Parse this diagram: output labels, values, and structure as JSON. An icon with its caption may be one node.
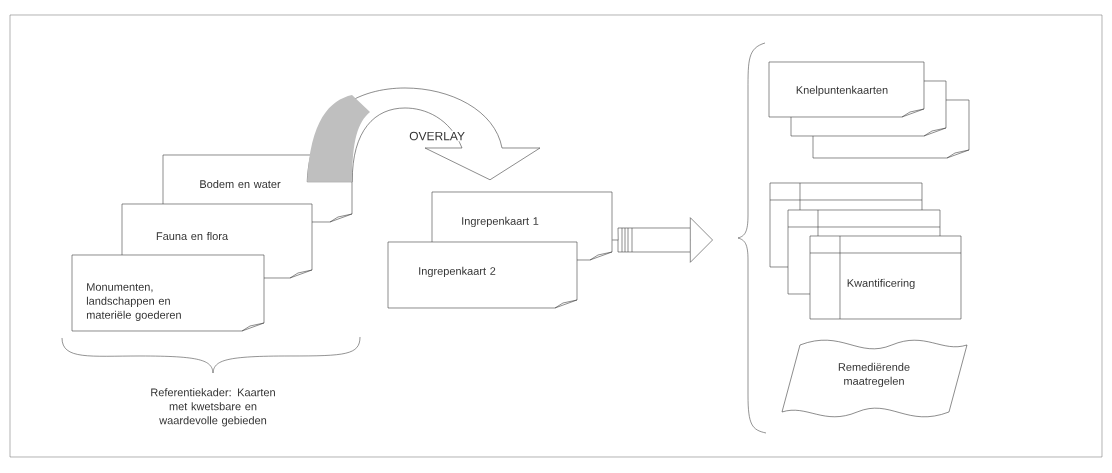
{
  "diagram": {
    "nodes": [
      {
        "text": [
          "Bodem en water"
        ]
      },
      {
        "text": [
          "Fauna en flora"
        ]
      },
      {
        "text": [
          "Monumenten, landschappen en materiële goederen"
        ]
      },
      {
        "text": [
          "Ingrepenkaart 1"
        ]
      },
      {
        "text": [
          "Ingrepenkaart 2"
        ]
      },
      {
        "text": [
          "Knelpuntenkaarten"
        ]
      },
      {
        "text": [],
        "shape": "box"
      },
      {
        "text": [],
        "shape": "box"
      },
      {
        "text": [],
        "shape": "box"
      },
      {
        "text": [],
        "shape": "box"
      },
      {
        "text": [
          "Kwantificering"
        ]
      },
      {
        "text": [
          "Remediërende maatregelen"
        ]
      }
    ],
    "edges": [
      {
        "from": 0,
        "to": 3,
        "arrow": "to",
        "label": "OVERLAY"
      },
      {
        "from": 3,
        "to": null,
        "arrow": "to"
      }
    ],
    "labels": [
      "Referentiekader: Kaarten met kwetsbare en waardevolle gebieden"
    ]
  }
}
